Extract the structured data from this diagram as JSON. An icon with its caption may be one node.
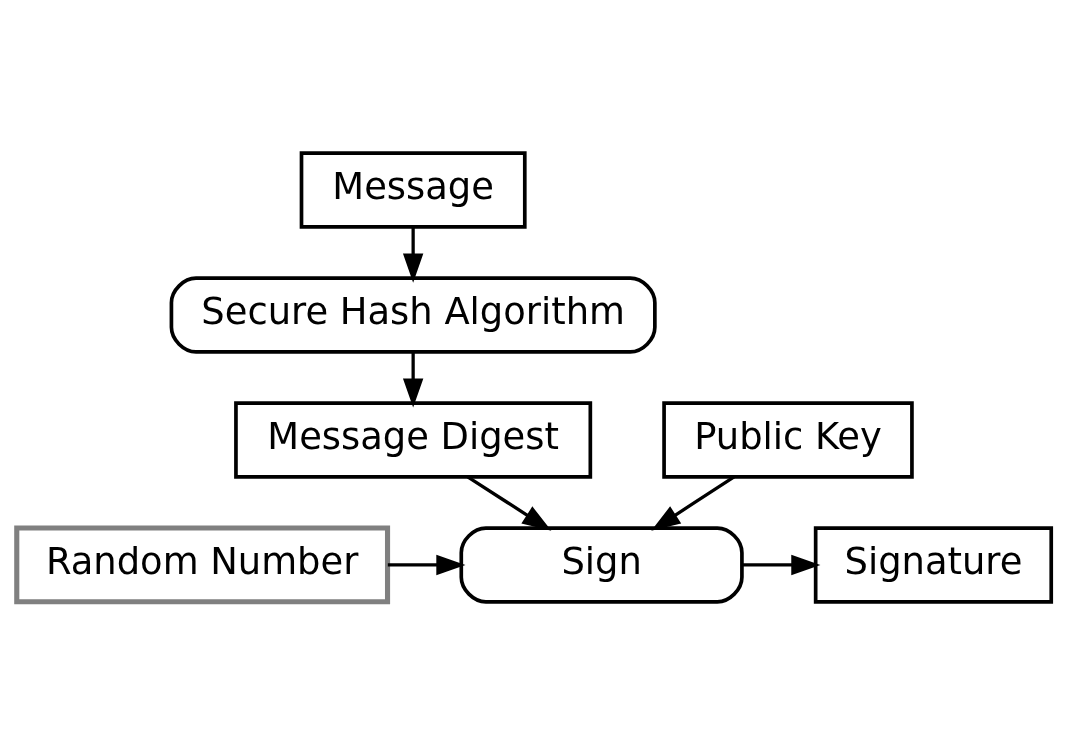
{
  "diagram": {
    "nodes": [
      {
        "text": [
          "Message"
        ]
      },
      {
        "text": [
          "Secure Hash Algorithm"
        ]
      },
      {
        "text": [
          "Message Digest"
        ]
      },
      {
        "text": [
          "Public Key"
        ]
      },
      {
        "text": [
          "Sign"
        ]
      },
      {
        "text": [
          "Signature"
        ]
      },
      {
        "text": [
          "Random Number"
        ]
      }
    ],
    "edges": [
      {
        "from": 0,
        "to": 1,
        "arrow": "to"
      },
      {
        "from": 1,
        "to": 2,
        "arrow": "to"
      },
      {
        "from": 2,
        "to": 4,
        "arrow": "to"
      },
      {
        "from": 3,
        "to": 4,
        "arrow": "to"
      },
      {
        "from": 6,
        "to": 4,
        "arrow": "to"
      },
      {
        "from": 4,
        "to": 5,
        "arrow": "to"
      }
    ]
  }
}
